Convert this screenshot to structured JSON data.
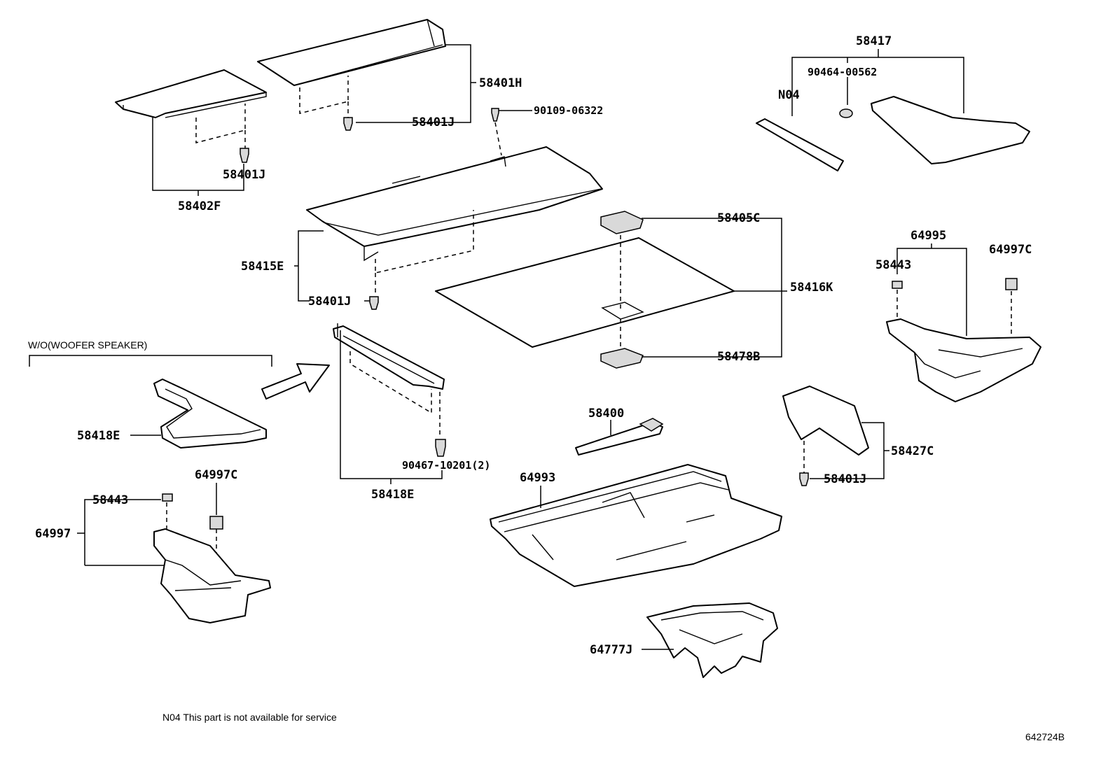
{
  "diagram": {
    "figure_code": "642724B",
    "footnote": "N04 This part is not available for service",
    "group_label": "W/O(WOOFER SPEAKER)",
    "callouts": {
      "p58401H": "58401H",
      "p58401J_top": "58401J",
      "p90109": "90109-06322",
      "p58401J_left": "58401J",
      "p58402F": "58402F",
      "p58415E": "58415E",
      "p58401J_mid": "58401J",
      "p58417": "58417",
      "p90464": "90464-00562",
      "pN04": "N04",
      "p58405C": "58405C",
      "p58416K": "58416K",
      "p58478B": "58478B",
      "p64995": "64995",
      "p58443_right": "58443",
      "p64997C_right": "64997C",
      "p58418E_left": "58418E",
      "p90467": "90467-10201(2)",
      "p58418E_mid": "58418E",
      "p58400": "58400",
      "p64993": "64993",
      "p58427C": "58427C",
      "p58401J_right": "58401J",
      "p64997C_left": "64997C",
      "p58443_left": "58443",
      "p64997": "64997",
      "p64777J": "64777J"
    }
  }
}
